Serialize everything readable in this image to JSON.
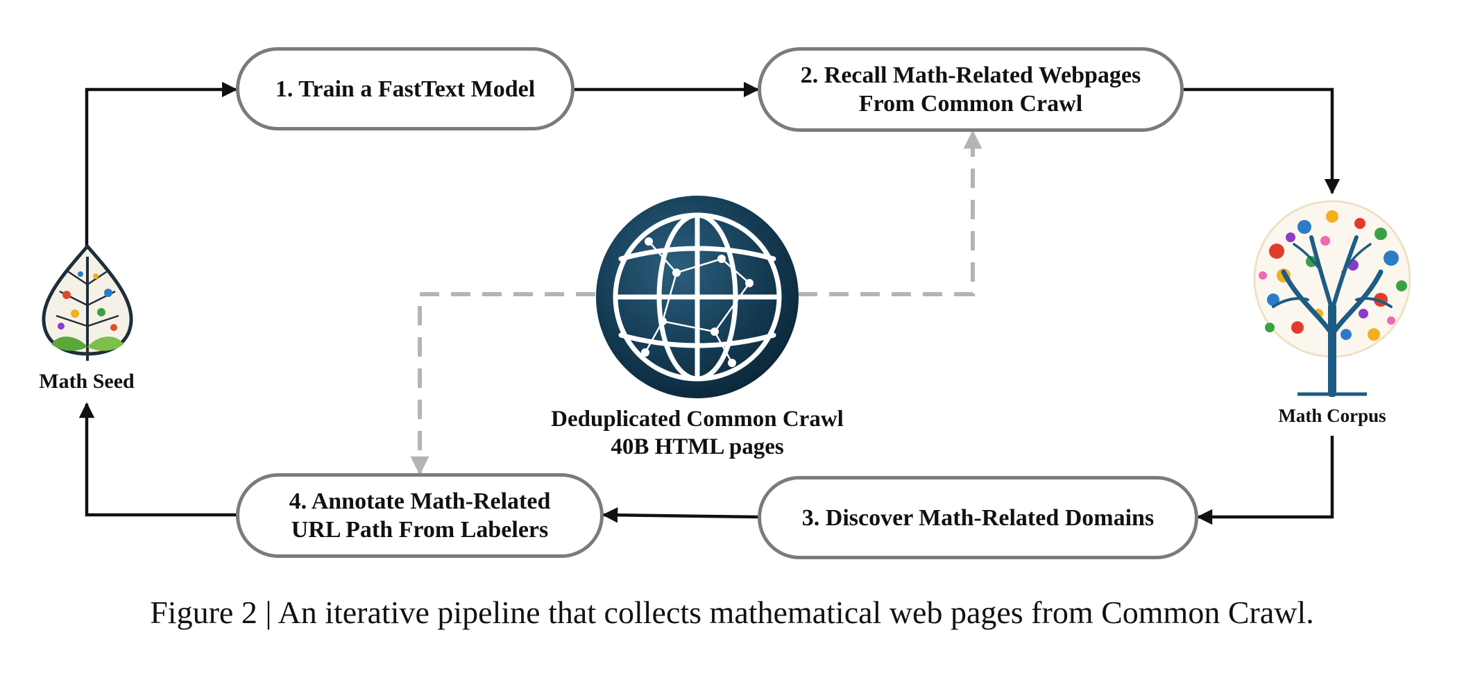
{
  "figure": {
    "steps": [
      {
        "label": "1. Train a FastText Model"
      },
      {
        "label": "2. Recall Math-Related Webpages\nFrom Common Crawl"
      },
      {
        "label": "3. Discover Math-Related Domains"
      },
      {
        "label": "4. Annotate Math-Related\nURL Path From Labelers"
      }
    ],
    "seed": {
      "label": "Math Seed",
      "icon": "leaf-icon"
    },
    "corpus": {
      "label": "Math Corpus",
      "icon": "tree-icon"
    },
    "source": {
      "icon": "globe-icon",
      "label_line1": "Deduplicated Common Crawl",
      "label_line2": "40B HTML pages"
    },
    "caption": "Figure 2 | An iterative pipeline that collects mathematical web pages from Common Crawl.",
    "colors": {
      "box_border": "#7b7b7b",
      "arrow": "#111111",
      "dashed_arrow": "#b4b4b4",
      "globe": "#0f2f45"
    }
  }
}
